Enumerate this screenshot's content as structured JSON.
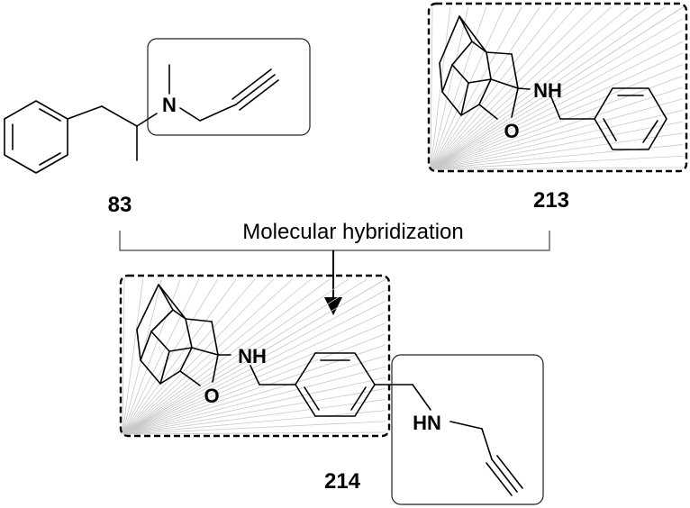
{
  "compounds": {
    "c83": {
      "label": "83",
      "atoms": {
        "n": "N"
      }
    },
    "c213": {
      "label": "213",
      "atoms": {
        "nh": "NH",
        "o": "O"
      }
    },
    "c214": {
      "label": "214",
      "atoms": {
        "nh": "NH",
        "o": "O",
        "hn": "HN"
      }
    }
  },
  "process": {
    "label": "Molecular hybridization"
  }
}
